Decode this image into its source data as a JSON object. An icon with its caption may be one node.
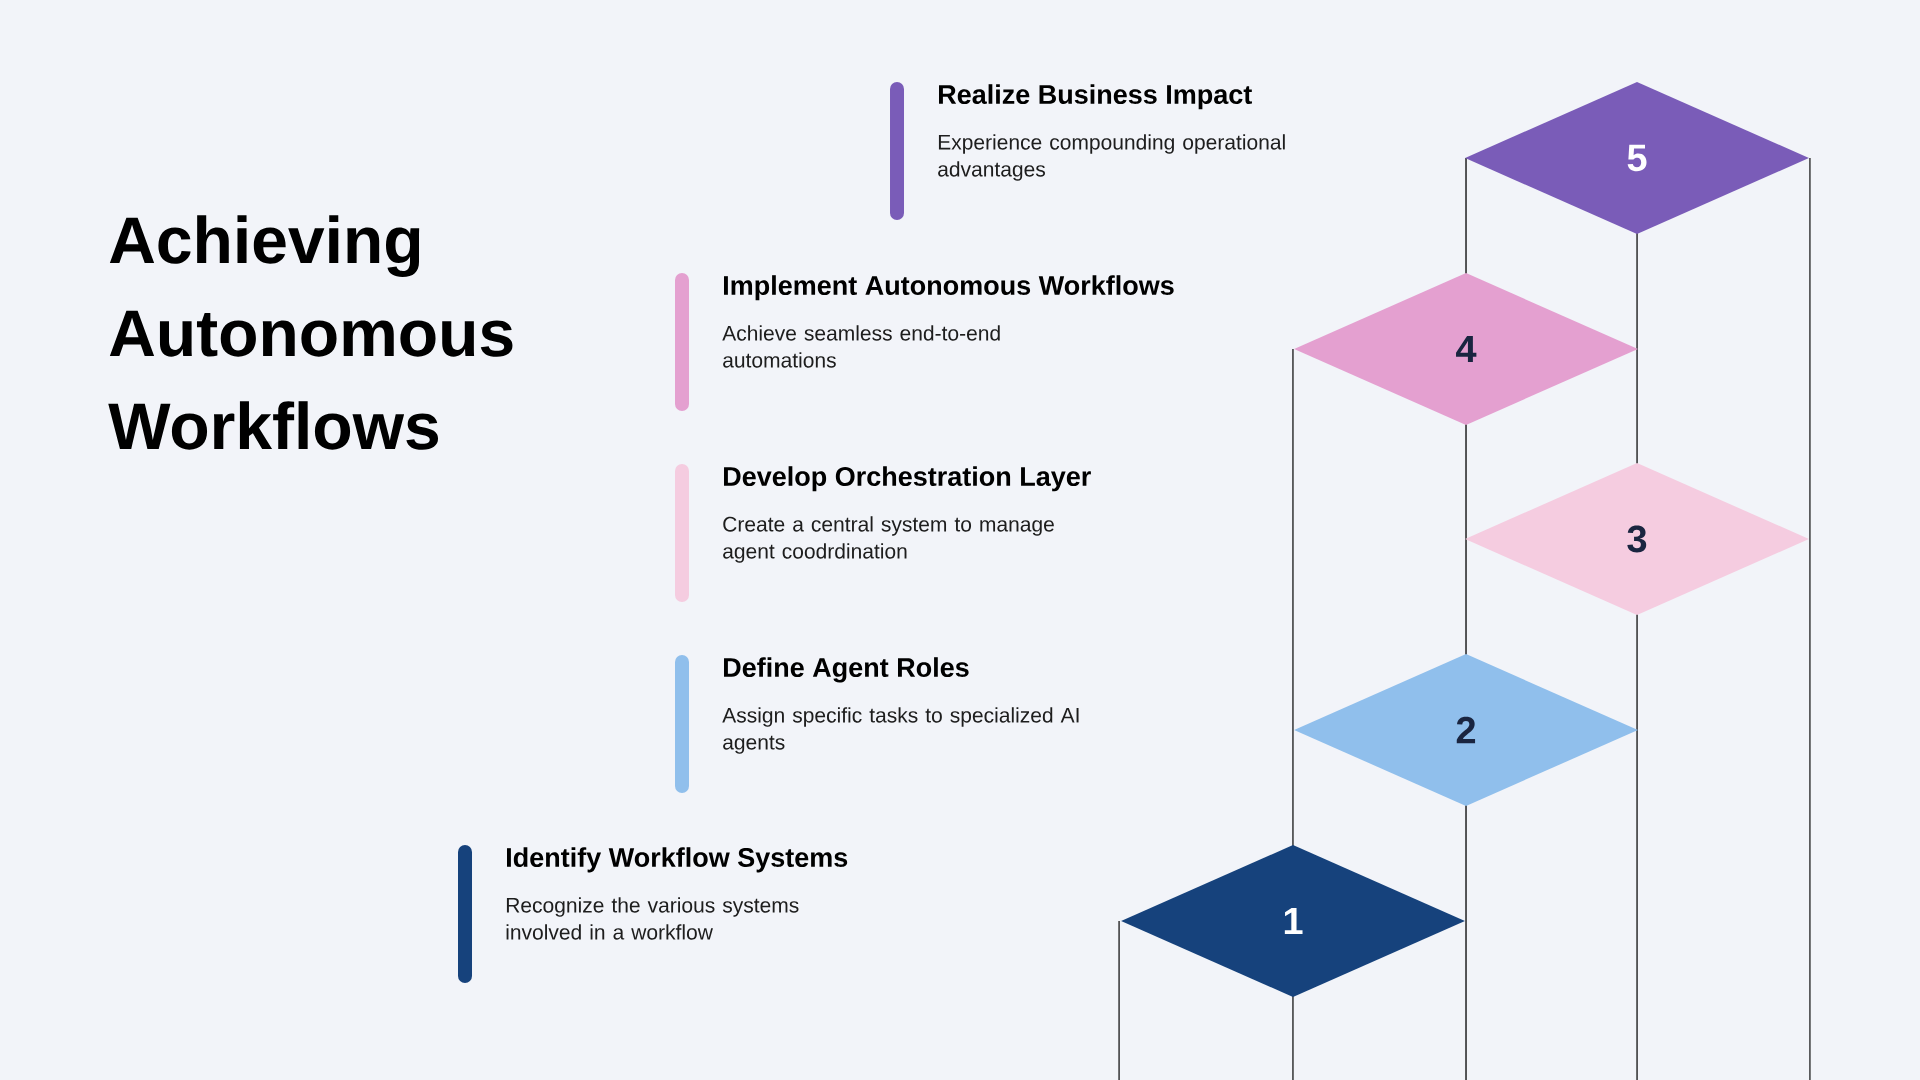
{
  "diagram": {
    "title": "Achieving Autonomous Workflows",
    "nodes": [
      {
        "text": [
          "5"
        ]
      },
      {
        "text": [
          "4"
        ]
      },
      {
        "text": [
          "3"
        ]
      },
      {
        "text": [
          "2"
        ]
      },
      {
        "text": [
          "1"
        ]
      }
    ],
    "labels": [
      "Realize Business Impact",
      "Experience compounding operational advantages",
      "Implement Autonomous Workflows",
      "Achieve seamless end-to-end automations",
      "Develop Orchestration Layer",
      "Create a central system to manage agent coodrdination",
      "Define Agent Roles",
      "Assign specific tasks to specialized AI agents",
      "Identify Workflow Systems",
      "Recognize the various systems involved in a workflow"
    ]
  }
}
